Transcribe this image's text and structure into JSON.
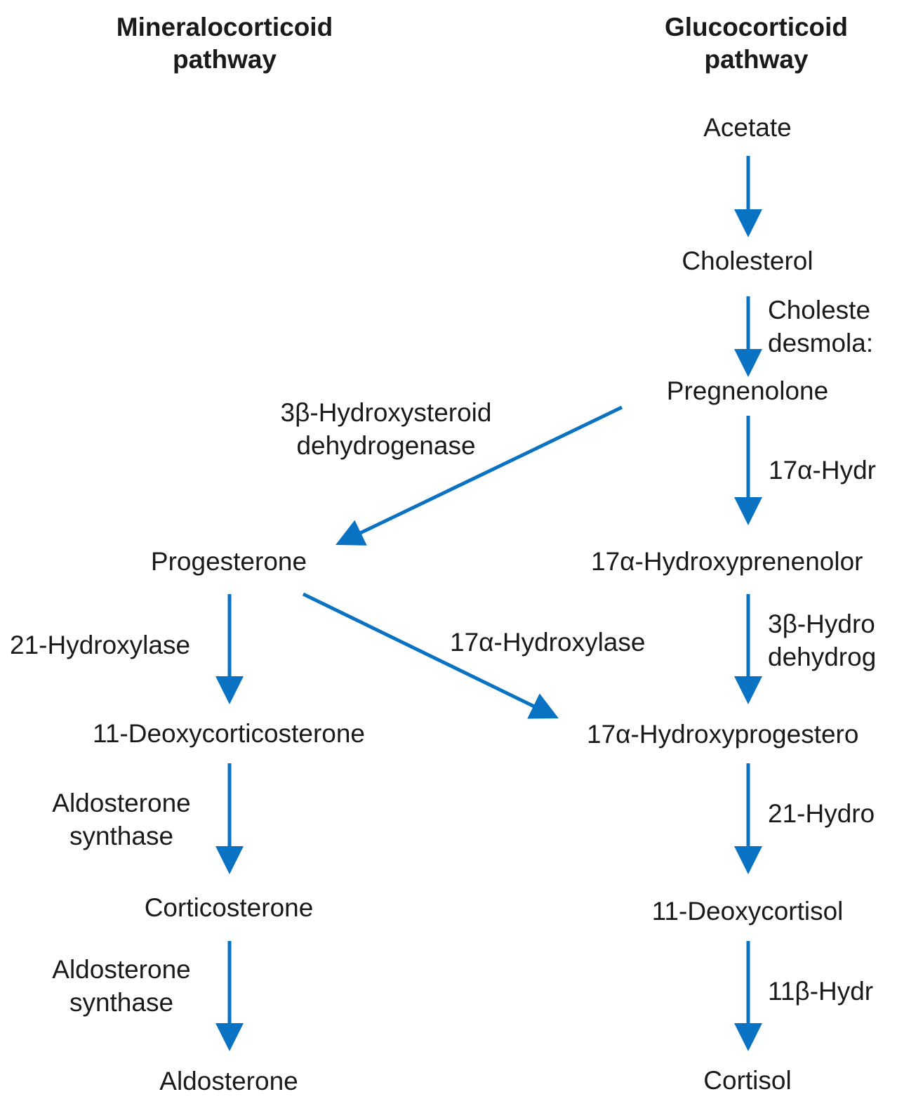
{
  "headers": {
    "mineralocorticoid": "Mineralocorticoid\npathway",
    "glucocorticoid": "Glucocorticoid\npathway"
  },
  "compounds": {
    "acetate": "Acetate",
    "cholesterol": "Cholesterol",
    "pregnenolone": "Pregnenolone",
    "progesterone": "Progesterone",
    "hydroxypregnenolone": "17α-Hydroxyprenenolor",
    "deoxycorticosterone": "11-Deoxycorticosterone",
    "hydroxyprogesterone": "17α-Hydroxyprogestero",
    "corticosterone": "Corticosterone",
    "deoxycortisol": "11-Deoxycortisol",
    "aldosterone": "Aldosterone",
    "cortisol": "Cortisol"
  },
  "enzymes": {
    "cholesterol_desmolase": "Choleste\ndesmola:",
    "hsd3b_left": "3β-Hydroxysteroid\ndehydrogenase",
    "hydroxylase17a_right_top": "17α-Hydr",
    "hydroxylase21_left": "21-Hydroxylase",
    "hydroxylase17a_middle": "17α-Hydroxylase",
    "hsd3b_right": "3β-Hydro\ndehydrog",
    "aldosterone_synthase_1": "Aldosterone\nsynthase",
    "hydroxylase21_right": "21-Hydro",
    "aldosterone_synthase_2": "Aldosterone\nsynthase",
    "hydroxylase11b_right": "11β-Hydr"
  },
  "colors": {
    "arrow": "#0a72c2",
    "text": "#1a1a1a"
  }
}
